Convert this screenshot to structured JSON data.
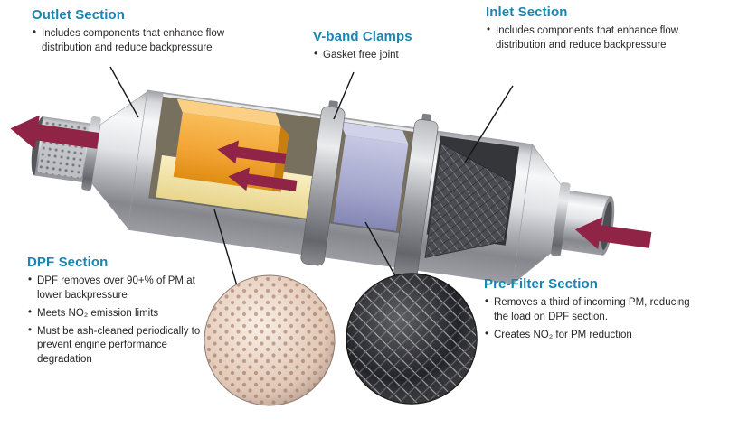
{
  "colors": {
    "heading_teal": "#1d84b0",
    "body_text": "#2a2627",
    "flow_arrow_magenta": "#8f2446",
    "catalyst_orange": "#f2a434",
    "dpf_yellow": "#f0e0a0",
    "prefilter_lavender": "#a3a5cc",
    "shell_silver": "#c7c9cd"
  },
  "insets": {
    "left_texture": "ceramic-honeycomb-dpf-surface",
    "right_texture": "woven-wire-mesh-prefilter-surface"
  },
  "callouts": {
    "outlet": {
      "title": "Outlet Section",
      "bullets": [
        "Includes components that enhance flow distribution and reduce backpressure"
      ]
    },
    "vband": {
      "title": "V-band Clamps",
      "bullets": [
        "Gasket free joint"
      ]
    },
    "inlet": {
      "title": "Inlet Section",
      "bullets": [
        "Includes components that enhance flow distribution and reduce backpressure"
      ]
    },
    "dpf": {
      "title": "DPF Section",
      "bullets": [
        "DPF removes over 90+% of PM at lower backpressure",
        "Meets NO₂ emission limits",
        "Must be ash-cleaned periodically to prevent engine performance degradation"
      ]
    },
    "prefilter": {
      "title": "Pre-Filter Section",
      "bullets": [
        "Removes a third of incoming PM, reducing the load on DPF section.",
        "Creates NO₂ for PM reduction"
      ]
    }
  }
}
